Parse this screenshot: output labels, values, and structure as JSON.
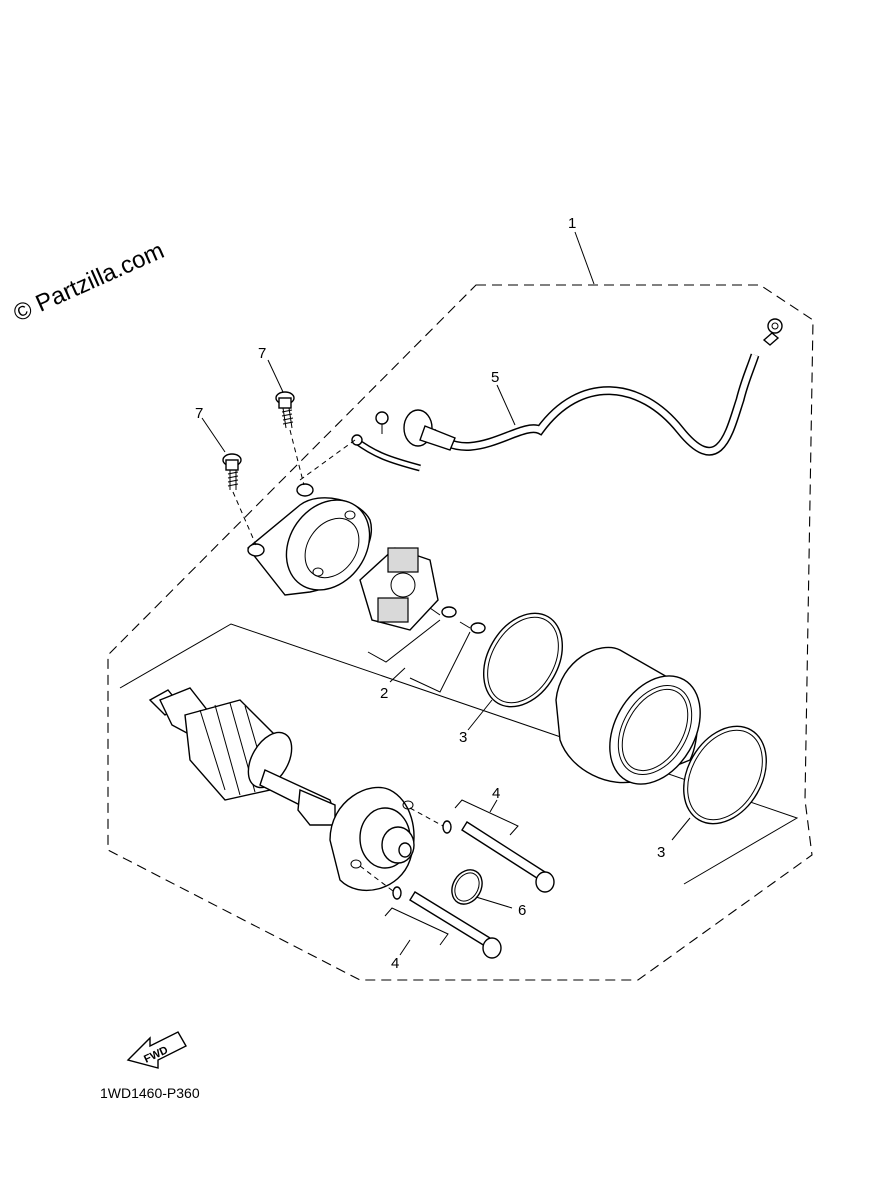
{
  "watermark": "© Partzilla.com",
  "diagram_code": "1WD1460-P360",
  "fwd_label": "FWD",
  "callouts": {
    "c1": "1",
    "c2": "2",
    "c3a": "3",
    "c3b": "3",
    "c4a": "4",
    "c4b": "4",
    "c5": "5",
    "c6": "6",
    "c7a": "7",
    "c7b": "7"
  }
}
